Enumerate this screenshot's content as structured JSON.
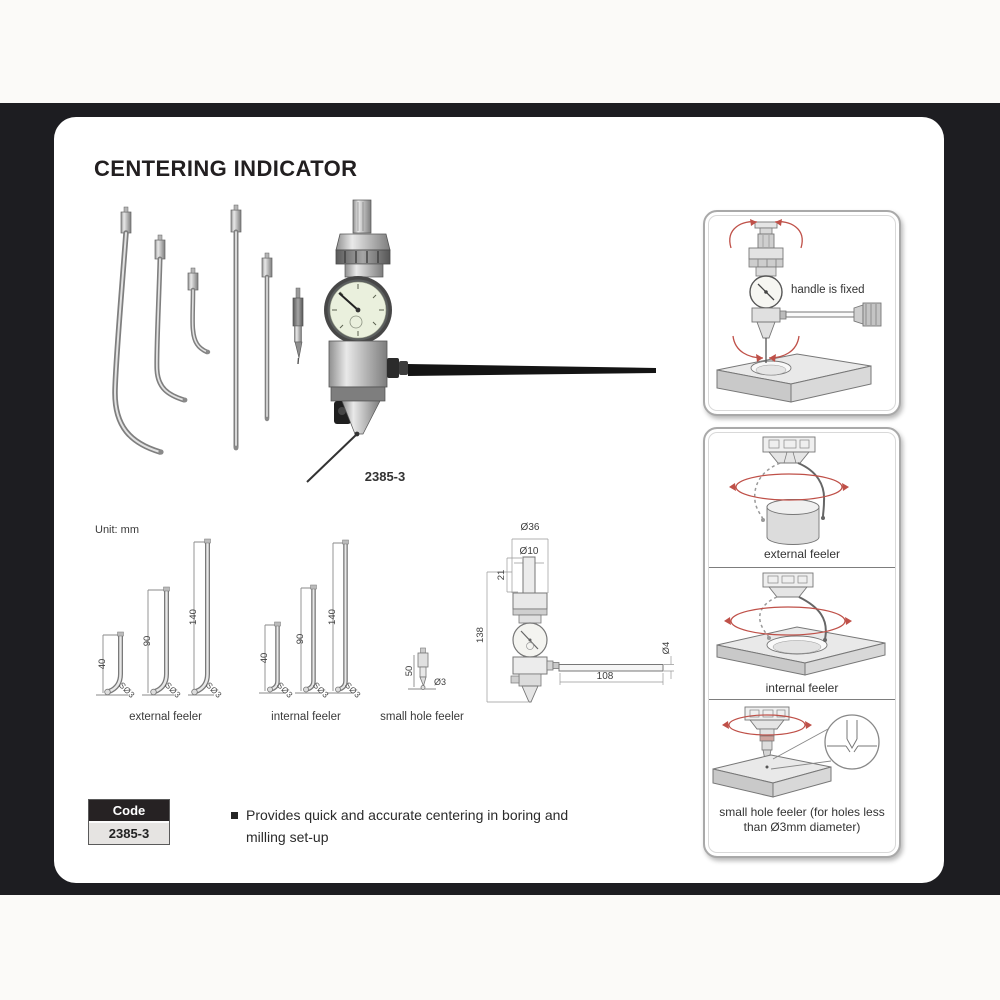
{
  "title": "CENTERING INDICATOR",
  "product": {
    "model_code": "2385-3"
  },
  "dimensions": {
    "unit_label": "Unit: mm",
    "external_feeler": {
      "caption": "external feeler",
      "h1": "40",
      "h2": "90",
      "h3": "140",
      "tip": "SØ3"
    },
    "internal_feeler": {
      "caption": "internal feeler",
      "h1": "40",
      "h2": "90",
      "h3": "140",
      "tip": "SØ3"
    },
    "small_hole_feeler": {
      "caption": "small hole feeler",
      "h": "50",
      "tip": "Ø3"
    },
    "indicator_body": {
      "shank_dia": "Ø36",
      "stem_dia": "Ø10",
      "stem_len": "21",
      "overall_len": "138",
      "handle_len": "108",
      "handle_dia": "Ø4"
    }
  },
  "code_table": {
    "header": "Code",
    "value": "2385-3"
  },
  "features": {
    "bullet": "Provides quick and accurate centering in boring and milling set-up"
  },
  "usage_panels": {
    "handle_fixed": "handle is fixed",
    "external": "external feeler",
    "internal": "internal feeler",
    "small_hole": "small hole feeler (for holes less than Ø3mm diameter)"
  },
  "colors": {
    "band": "#1d1d21",
    "accent_red": "#bf5048",
    "code_header_bg": "#262223",
    "dial_face": "#eaf0dd"
  }
}
